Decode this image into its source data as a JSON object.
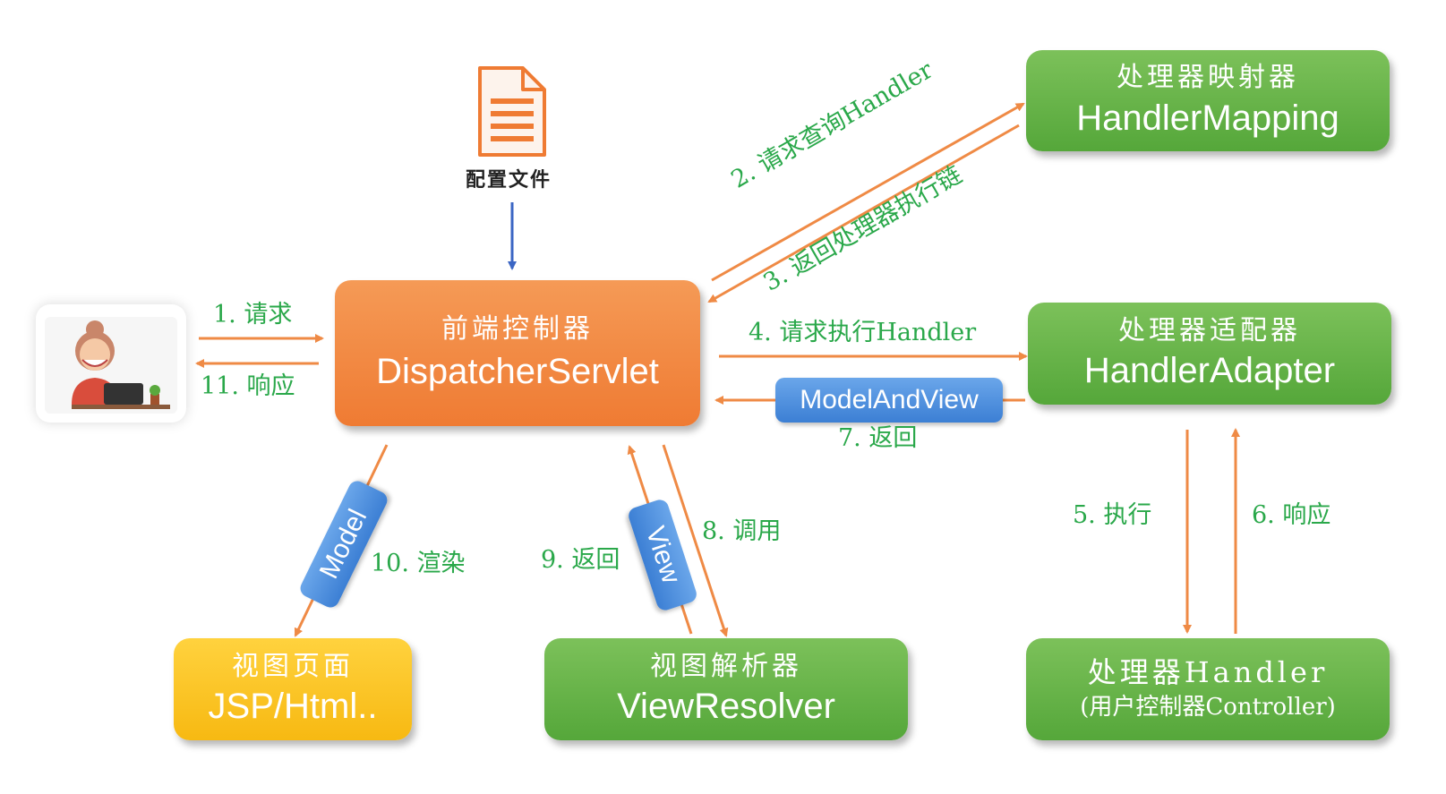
{
  "config_file": {
    "label": "配置文件",
    "icon": "document-icon"
  },
  "user": {
    "icon": "user-at-laptop-icon"
  },
  "nodes": {
    "dispatcher": {
      "zh": "前端控制器",
      "en": "DispatcherServlet",
      "color": "#ef7b33"
    },
    "handler_mapping": {
      "zh": "处理器映射器",
      "en": "HandlerMapping",
      "color": "#5aa93e"
    },
    "handler_adapter": {
      "zh": "处理器适配器",
      "en": "HandlerAdapter",
      "color": "#5aa93e"
    },
    "handler": {
      "zh": "处理器Handler",
      "sub": "(用户控制器Controller)",
      "color": "#5aa93e"
    },
    "view_resolver": {
      "zh": "视图解析器",
      "en": "ViewResolver",
      "color": "#5aa93e"
    },
    "view_page": {
      "zh": "视图页面",
      "en": "JSP/Html..",
      "color": "#f7b912"
    }
  },
  "pills": {
    "model_and_view": "ModelAndView",
    "model": "Model",
    "view": "View"
  },
  "steps": {
    "s1": "1. 请求",
    "s2": "2. 请求查询Handler",
    "s3": "3. 返回处理器执行链",
    "s4": "4. 请求执行Handler",
    "s5": "5. 执行",
    "s6": "6. 响应",
    "s7": "7. 返回",
    "s8": "8. 调用",
    "s9": "9. 返回",
    "s10": "10. 渲染",
    "s11": "11. 响应"
  },
  "colors": {
    "arrow": "#ef8a45",
    "config_arrow": "#3b66c4",
    "step_label": "#2aa84a",
    "pill": "#3c7fd4"
  }
}
